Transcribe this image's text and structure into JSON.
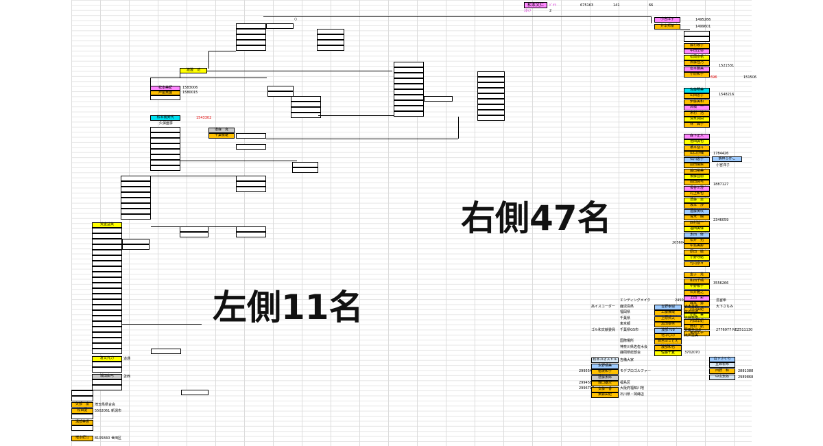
{
  "header": {
    "name_cell": "松本文仁",
    "small1": "ﾄﾞｲﾂ",
    "small2": "ｽﾀｯﾌ",
    "num1": "675163",
    "num2": "141",
    "num3": "66",
    "num4": "2"
  },
  "overlay": {
    "left_label": "左側11名",
    "right_label": "右側47名"
  },
  "left_tree": {
    "n1": "渡邊　功",
    "n2": "松本美紀",
    "n2_id": "1583006",
    "n3": "芦屋東園",
    "n3_id": "1580015",
    "n4": "松本義美代",
    "n4_note": "1543302",
    "n4_sub": "久保亜季",
    "n5": "道森　克",
    "n6": "千葉敏雄",
    "n7": "荒金益美",
    "n8": "倉又九力",
    "n8_note": "道通",
    "n9": "城田由弓",
    "n9_note": "苫西",
    "b1": "矢部　富",
    "b1_note": "埼玉県県合会",
    "b2": "松田愛",
    "b2_note1": "5502061",
    "b2_note2": "新潟市",
    "b3": "溝部美香",
    "b4": "増本紀江",
    "b4_note1": "8105840",
    "b4_note2": "世田区"
  },
  "right_list": {
    "top1": "小宮洋子",
    "top1_id": "1495266",
    "top2": "井本邦菜",
    "top2_id": "1499601",
    "ids": [
      "1521531",
      "151506",
      "1548216",
      "1784426",
      "1887127",
      "2346059",
      "3556266"
    ],
    "nums": [
      "696",
      "2056041"
    ],
    "items": [
      "藤村綾子",
      "中田早弥",
      "松岡奈帆",
      "斎藤佳乃",
      "岩本勝美",
      "小原和子",
      "佐藤明美",
      "山田恵子",
      "伊藤美和",
      "高橋　一",
      "木村　浩",
      "清水真由",
      "林　典子",
      "森下正人",
      "池田誠也",
      "橋本悠斗",
      "山口沙織",
      "石川恵子",
      "前田陽菜",
      "藤田裕美",
      "後藤直樹",
      "岡田真弓",
      "長谷川澄",
      "村上和也",
      "近藤　恵",
      "坂本　渉",
      "遠藤美咲",
      "青木　純",
      "西村健一",
      "福田美保",
      "太田　修",
      "松井　拓",
      "中島美鈴",
      "原田　徹",
      "小野寺結",
      "竹内奈々",
      "金子　晃",
      "和田千晴",
      "中野敏子",
      "石井雅之",
      "上田　彩",
      "森本　勇",
      "杉山由紀",
      "小松　実",
      "内田早紀",
      "野村　航",
      "菊地史子"
    ],
    "side_a": "鶴田ちかこ",
    "side_b": "小宮洋子"
  },
  "bottom_right": {
    "label_top": "エンディングメイク",
    "label_top_id": "2450402",
    "label_top_right": "島宮希",
    "rows": [
      {
        "left": "高イスコーダー",
        "mid": "鹿児島県",
        "cell": "吉野孝樹",
        "right": "大木美恵",
        "right2": "大下さちみ"
      },
      {
        "left": "",
        "mid": "福岡県",
        "cell": "工藤兼哉",
        "right": "佐伯市城",
        "right2": ""
      },
      {
        "left": "",
        "mid": "千葉県",
        "cell": "上原邦夫",
        "right": "吉野秀樹",
        "right2": ""
      },
      {
        "left": "",
        "mid": "東京都",
        "cell": "黒田泰男",
        "right": "",
        "right2": ""
      },
      {
        "left": "ゴル和文献委員",
        "mid": "千葉県GS市",
        "cell": "渡部708",
        "right": "豊田サコミ",
        "right2": "2776977 NEZ511130"
      },
      {
        "left": "",
        "mid": "",
        "cell": "北中心の",
        "right": "太田恵美",
        "right2": ""
      },
      {
        "left": "",
        "mid": "国際場所",
        "cell": "目島ヨミとえ",
        "right": "",
        "right2": ""
      },
      {
        "left": "",
        "mid": "神奈川県佐佐木会",
        "cell": "渡部和也",
        "right": "",
        "right2": ""
      },
      {
        "left": "",
        "mid": "静岡県総部会",
        "cell": "佐藤千夏",
        "right": "3702070",
        "right2": ""
      }
    ],
    "grp1": "松本カオストル",
    "grp1_note": "吉備大家",
    "grp1_items": [
      "永野晴美",
      "植坂和子",
      "近藤太郎",
      "城口雄次",
      "安藤一香",
      "東森由紀"
    ],
    "grp1_ids": [
      "2995541",
      "2994580",
      "2996718"
    ],
    "grp1_notes": [
      "モデプロゴルファー",
      "福島区",
      "大阪府福知川地",
      "石川県・岡蒔店"
    ],
    "grp2_items": [
      "山下さくら",
      "田野　和",
      "中山太郎"
    ],
    "grp2_ids": [
      "2881388",
      "2989868"
    ],
    "grp2_side": "五郎松布"
  }
}
